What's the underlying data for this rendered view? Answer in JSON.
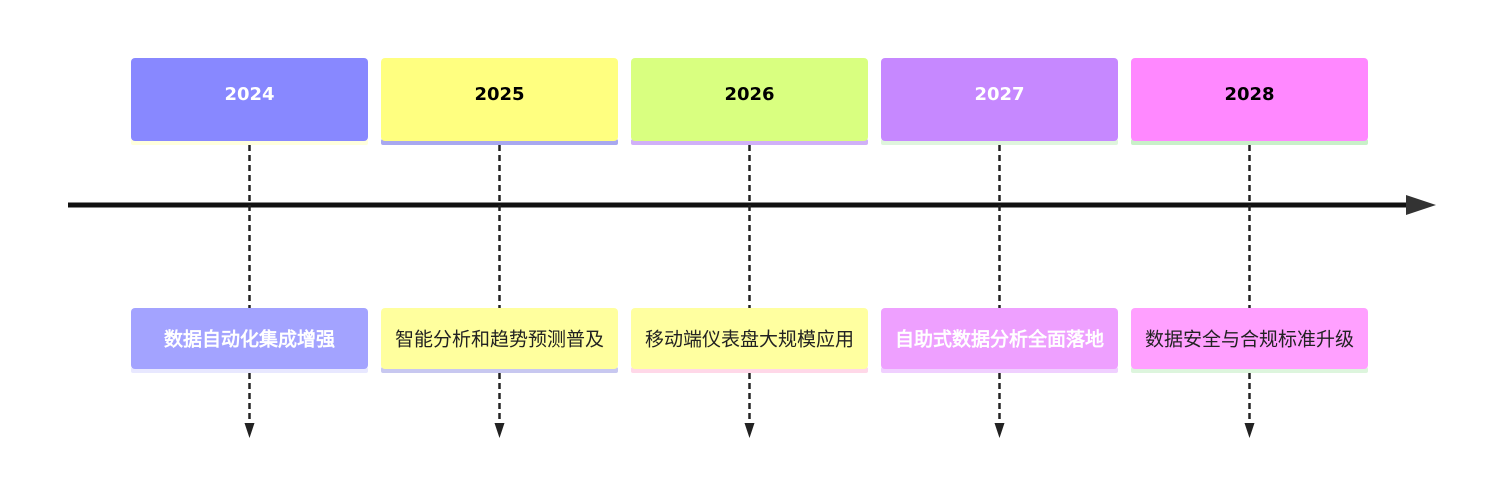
{
  "colors": {
    "background": "#ffffff",
    "axis": "#111111",
    "connector": "#222222"
  },
  "periods": [
    {
      "year": "2024",
      "event": "数据自动化集成增强",
      "header_fill": "#8888ff",
      "header_text_color": "#ffffff",
      "header_border": "#ffffdd",
      "event_fill": "#a3a3ff",
      "event_text_color": "#ffffff",
      "event_text_bold": true,
      "event_border": "#e8e8ff"
    },
    {
      "year": "2025",
      "event": "智能分析和趋势预测普及",
      "header_fill": "#ffff80",
      "header_text_color": "#000000",
      "header_border": "#a8a8f0",
      "event_fill": "#ffff9e",
      "event_text_color": "#222222",
      "event_text_bold": false,
      "event_border": "#c8c8f0"
    },
    {
      "year": "2026",
      "event": "移动端仪表盘大规模应用",
      "header_fill": "#d9ff80",
      "header_text_color": "#000000",
      "header_border": "#d0b0f8",
      "event_fill": "#ffffa0",
      "event_text_color": "#222222",
      "event_text_bold": false,
      "event_border": "#ffd8e8"
    },
    {
      "year": "2027",
      "event": "自助式数据分析全面落地",
      "header_fill": "#c688ff",
      "header_text_color": "#ffffff",
      "header_border": "#dff5dd",
      "event_fill": "#eea0ff",
      "event_text_color": "#ffffff",
      "event_text_bold": true,
      "event_border": "#f0d0ff"
    },
    {
      "year": "2028",
      "event": "数据安全与合规标准升级",
      "header_fill": "#ff88ff",
      "header_text_color": "#000000",
      "header_border": "#c8f0c8",
      "event_fill": "#ffa0ff",
      "event_text_color": "#222222",
      "event_text_bold": false,
      "event_border": "#ddf5dd"
    }
  ]
}
